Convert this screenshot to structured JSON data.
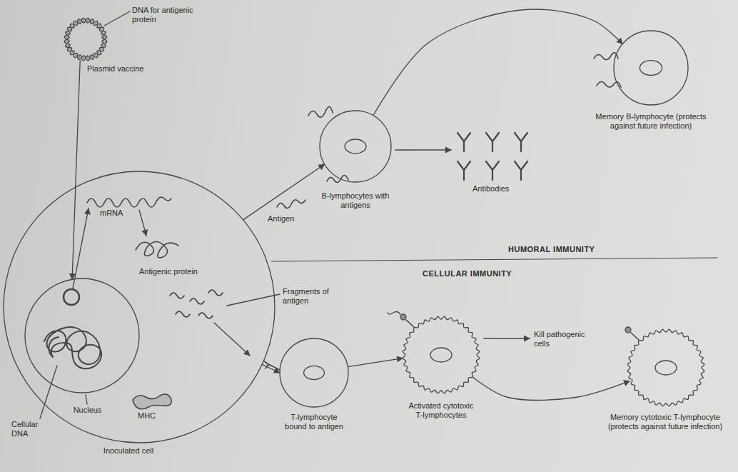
{
  "diagram": {
    "nodes": [
      {
        "text": [
          "Plasmid vaccine"
        ]
      },
      {
        "text": [
          "Inoculated cell"
        ]
      },
      {
        "text": [
          "Nucleus"
        ],
        "in": 1
      },
      {
        "text": [
          "B-lymphocytes with antigens"
        ]
      },
      {
        "text": [
          "Memory B-lymphocyte (protects against future infection)"
        ]
      },
      {
        "text": [
          "T-lymphocyte bound to antigen"
        ]
      },
      {
        "text": [
          "Activated cytotoxic T-lymphocytes"
        ]
      },
      {
        "text": [
          "Memory cytotoxic T-lymphocyte (protects against future infection)"
        ]
      }
    ],
    "edges": [
      {
        "from": 0,
        "to": 2,
        "arrow": "to"
      },
      {
        "from": 1,
        "to": 3,
        "arrow": "to"
      },
      {
        "from": 3,
        "to": 4,
        "arrow": "to"
      },
      {
        "from": 1,
        "to": 5,
        "arrow": "to"
      },
      {
        "from": 5,
        "to": 6,
        "arrow": "to"
      },
      {
        "from": 6,
        "to": 7,
        "arrow": "to"
      }
    ],
    "labels": [
      "DNA for antigenic protein",
      "mRNA",
      "Antigenic protein",
      "Antigen",
      "Antibodies",
      "HUMORAL IMMUNITY",
      "CELLULAR IMMUNITY",
      "Fragments of antigen",
      "MHC",
      "Kill pathogenic cells",
      "Cellular DNA"
    ]
  }
}
